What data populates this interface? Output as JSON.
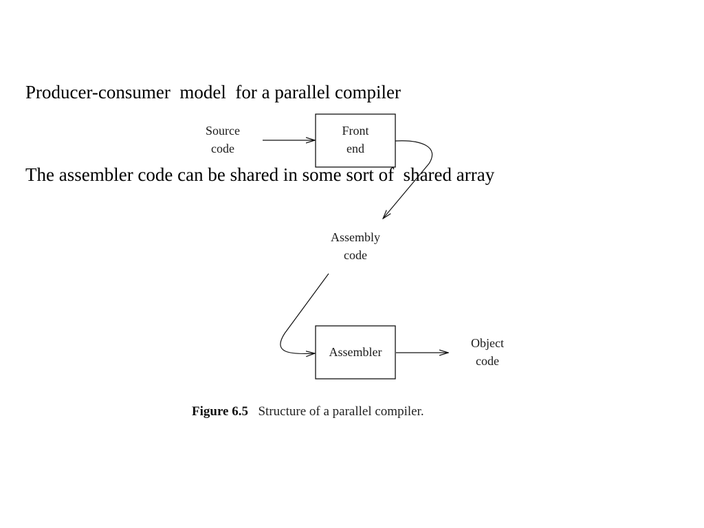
{
  "heading": {
    "line1": "Producer-consumer  model  for a parallel compiler",
    "line2": "The assembler code can be shared in some sort of  shared array"
  },
  "diagram": {
    "source_code": {
      "line1": "Source",
      "line2": "code"
    },
    "front_end": {
      "line1": "Front",
      "line2": "end"
    },
    "assembly_code": {
      "line1": "Assembly",
      "line2": "code"
    },
    "assembler": {
      "label": "Assembler"
    },
    "object_code": {
      "line1": "Object",
      "line2": "code"
    },
    "caption": {
      "label": "Figure 6.5",
      "text": "Structure of a parallel compiler."
    }
  }
}
